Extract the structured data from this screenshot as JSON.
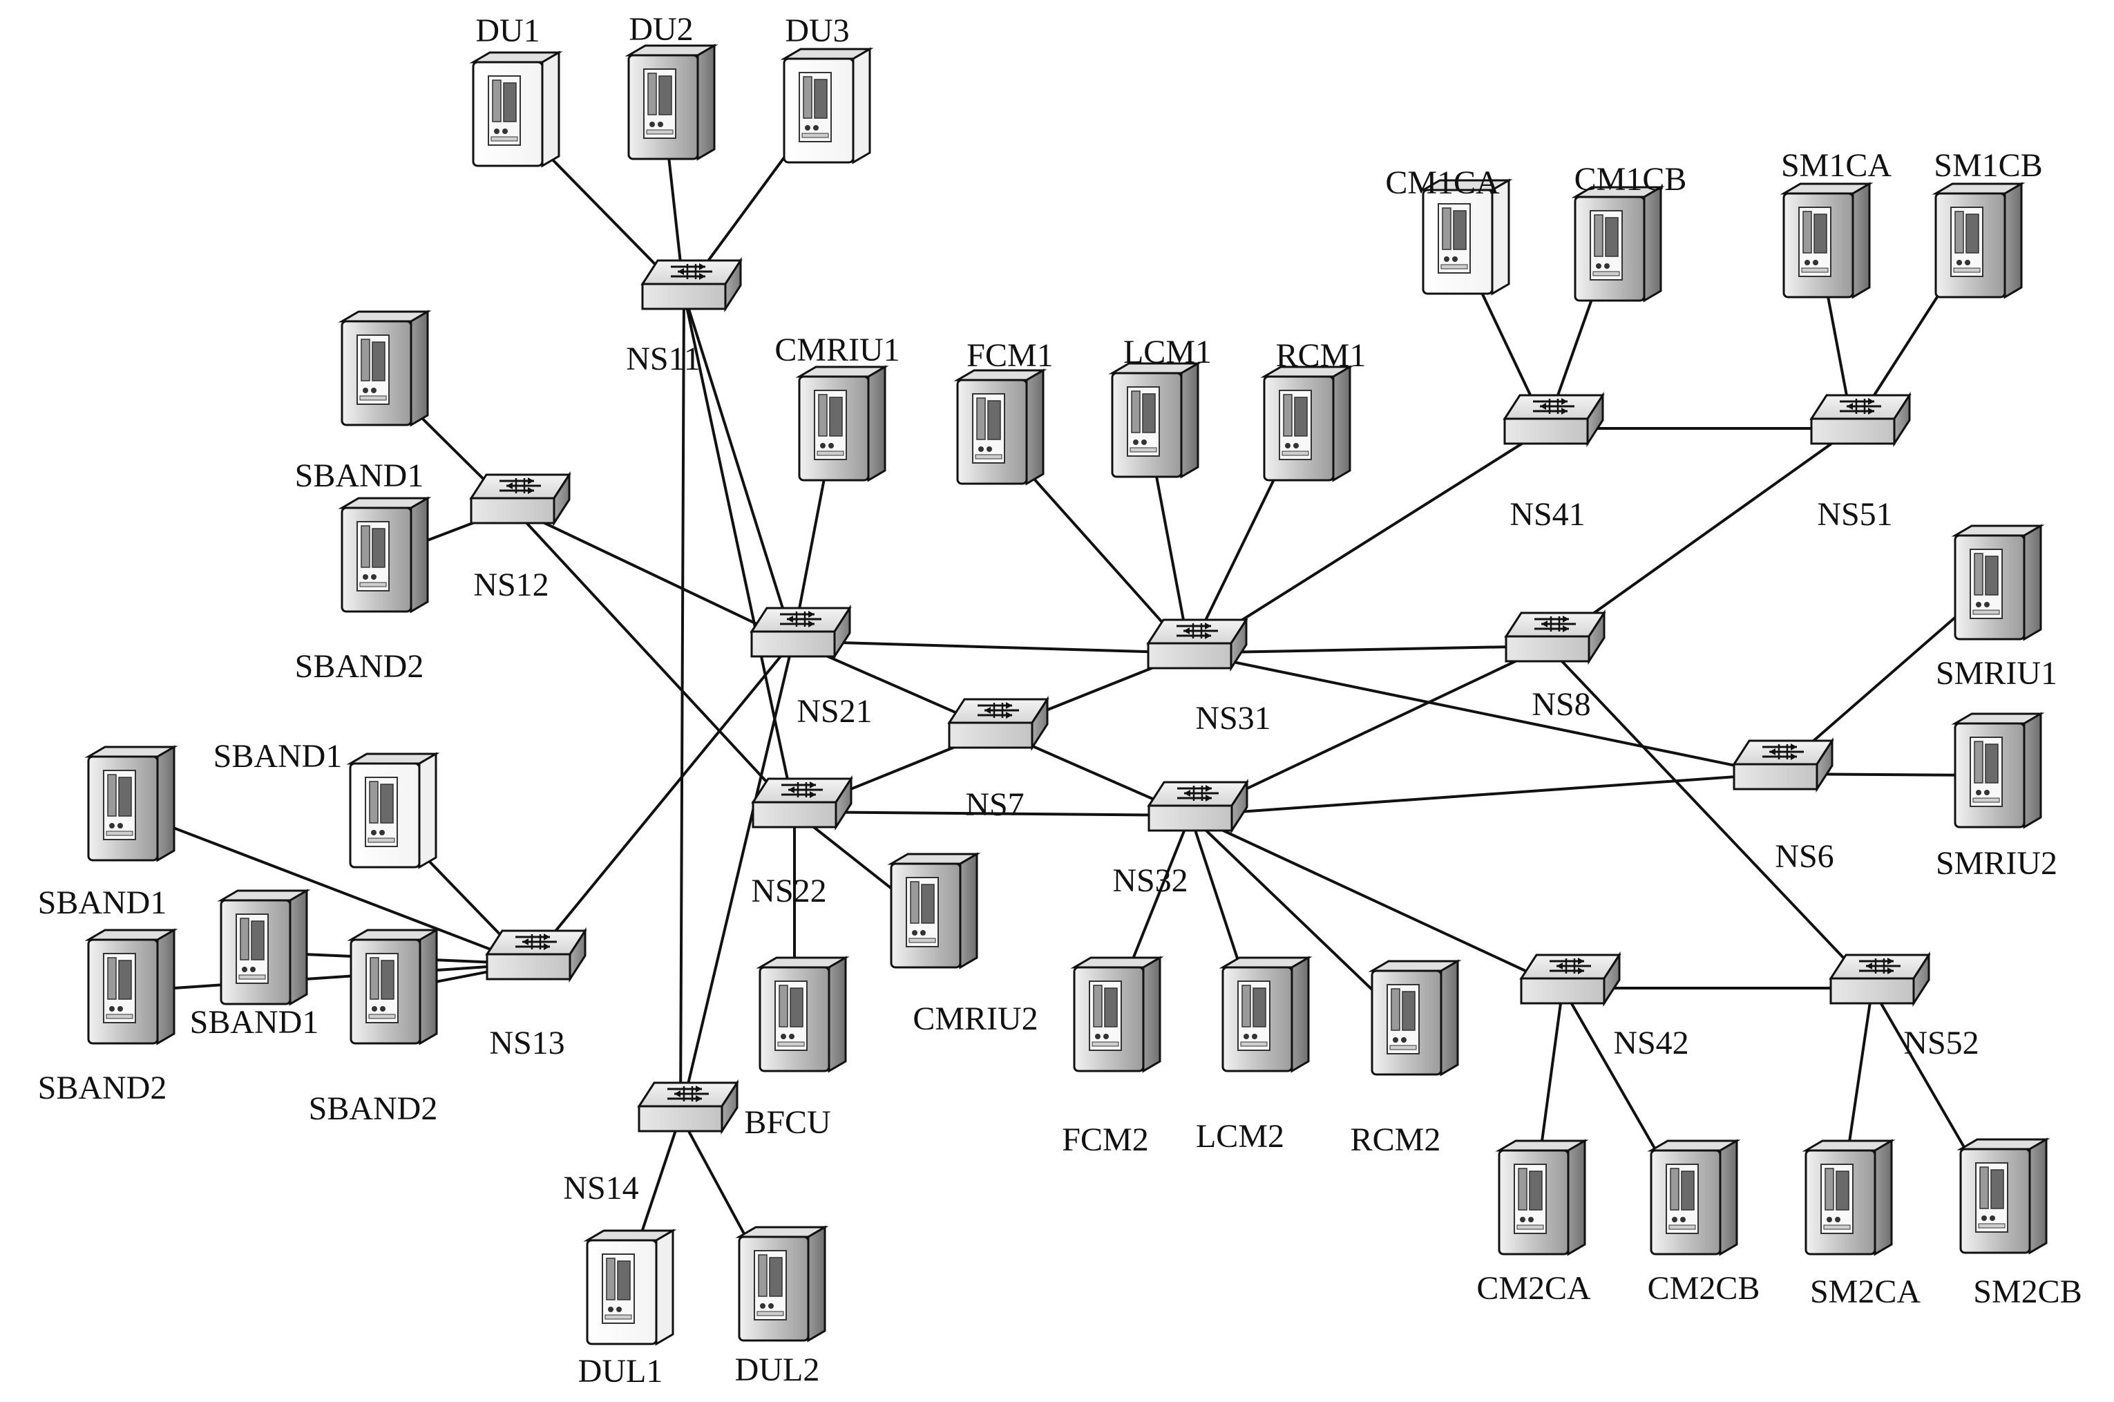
{
  "colors": {
    "line": "#111111",
    "server_light": "#ffffff",
    "server_mid": "#d2d2d2",
    "server_dark": "#8f8f8f",
    "switch_face": "#e4e4e4"
  },
  "nodes": [
    {
      "id": "DU1",
      "kind": "server",
      "label": "DU1",
      "shade": "white"
    },
    {
      "id": "DU2",
      "kind": "server",
      "label": "DU2",
      "shade": "gray"
    },
    {
      "id": "DU3",
      "kind": "server",
      "label": "DU3",
      "shade": "white"
    },
    {
      "id": "NS11",
      "kind": "switch",
      "label": "NS11"
    },
    {
      "id": "CMRIU1",
      "kind": "server",
      "label": "CMRIU1",
      "shade": "gray"
    },
    {
      "id": "FCM1",
      "kind": "server",
      "label": "FCM1",
      "shade": "gray"
    },
    {
      "id": "LCM1",
      "kind": "server",
      "label": "LCM1",
      "shade": "gray"
    },
    {
      "id": "RCM1",
      "kind": "server",
      "label": "RCM1",
      "shade": "gray"
    },
    {
      "id": "CM1CA",
      "kind": "server",
      "label": "CM1CA",
      "shade": "white"
    },
    {
      "id": "CM1CB",
      "kind": "server",
      "label": "CM1CB",
      "shade": "gray"
    },
    {
      "id": "SM1CA",
      "kind": "server",
      "label": "SM1CA",
      "shade": "gray"
    },
    {
      "id": "SM1CB",
      "kind": "server",
      "label": "SM1CB",
      "shade": "gray"
    },
    {
      "id": "SB_T1",
      "kind": "server",
      "label": "SBAND1",
      "shade": "gray"
    },
    {
      "id": "SB_T2",
      "kind": "server",
      "label": "SBAND2",
      "shade": "gray"
    },
    {
      "id": "NS12",
      "kind": "switch",
      "label": "NS12"
    },
    {
      "id": "NS41",
      "kind": "switch",
      "label": "NS41"
    },
    {
      "id": "NS51",
      "kind": "switch",
      "label": "NS51"
    },
    {
      "id": "NS21",
      "kind": "switch",
      "label": "NS21"
    },
    {
      "id": "NS31",
      "kind": "switch",
      "label": "NS31"
    },
    {
      "id": "NS8",
      "kind": "switch",
      "label": "NS8"
    },
    {
      "id": "SMRIU1",
      "kind": "server",
      "label": "SMRIU1",
      "shade": "gray"
    },
    {
      "id": "SMRIU2",
      "kind": "server",
      "label": "SMRIU2",
      "shade": "gray"
    },
    {
      "id": "NS7",
      "kind": "switch",
      "label": "NS7"
    },
    {
      "id": "NS6",
      "kind": "switch",
      "label": "NS6"
    },
    {
      "id": "SB_L1",
      "kind": "server",
      "label": "SBAND1",
      "shade": "gray"
    },
    {
      "id": "SB_M1",
      "kind": "server",
      "label": "SBAND1",
      "shade": "white"
    },
    {
      "id": "SB_C1",
      "kind": "server",
      "label": "SBAND1",
      "shade": "gray"
    },
    {
      "id": "SB_L2",
      "kind": "server",
      "label": "SBAND2",
      "shade": "gray"
    },
    {
      "id": "SB_C2",
      "kind": "server",
      "label": "SBAND2",
      "shade": "gray"
    },
    {
      "id": "NS22",
      "kind": "switch",
      "label": "NS22"
    },
    {
      "id": "NS32",
      "kind": "switch",
      "label": "NS32"
    },
    {
      "id": "NS13",
      "kind": "switch",
      "label": "NS13"
    },
    {
      "id": "CMRIU2",
      "kind": "server",
      "label": "CMRIU2",
      "shade": "gray"
    },
    {
      "id": "BFCU",
      "kind": "server",
      "label": "BFCU",
      "shade": "gray"
    },
    {
      "id": "NS14",
      "kind": "switch",
      "label": "NS14"
    },
    {
      "id": "FCM2",
      "kind": "server",
      "label": "FCM2",
      "shade": "gray"
    },
    {
      "id": "LCM2",
      "kind": "server",
      "label": "LCM2",
      "shade": "gray"
    },
    {
      "id": "RCM2",
      "kind": "server",
      "label": "RCM2",
      "shade": "gray"
    },
    {
      "id": "NS42",
      "kind": "switch",
      "label": "NS42"
    },
    {
      "id": "NS52",
      "kind": "switch",
      "label": "NS52"
    },
    {
      "id": "CM2CA",
      "kind": "server",
      "label": "CM2CA",
      "shade": "gray"
    },
    {
      "id": "CM2CB",
      "kind": "server",
      "label": "CM2CB",
      "shade": "gray"
    },
    {
      "id": "SM2CA",
      "kind": "server",
      "label": "SM2CA",
      "shade": "gray"
    },
    {
      "id": "SM2CB",
      "kind": "server",
      "label": "SM2CB",
      "shade": "gray"
    },
    {
      "id": "DUL1",
      "kind": "server",
      "label": "DUL1",
      "shade": "white"
    },
    {
      "id": "DUL2",
      "kind": "server",
      "label": "DUL2",
      "shade": "gray"
    }
  ],
  "edges": [
    [
      "DU1",
      "NS11"
    ],
    [
      "DU2",
      "NS11"
    ],
    [
      "DU3",
      "NS11"
    ],
    [
      "NS11",
      "NS21"
    ],
    [
      "NS11",
      "NS22"
    ],
    [
      "NS11",
      "NS14"
    ],
    [
      "SB_T1",
      "NS12"
    ],
    [
      "SB_T2",
      "NS12"
    ],
    [
      "NS12",
      "NS21"
    ],
    [
      "NS12",
      "NS22"
    ],
    [
      "CMRIU1",
      "NS21"
    ],
    [
      "NS21",
      "NS31"
    ],
    [
      "NS21",
      "NS32"
    ],
    [
      "NS21",
      "NS13"
    ],
    [
      "NS21",
      "NS14"
    ],
    [
      "FCM1",
      "NS31"
    ],
    [
      "LCM1",
      "NS31"
    ],
    [
      "RCM1",
      "NS31"
    ],
    [
      "NS31",
      "NS41"
    ],
    [
      "NS31",
      "NS8"
    ],
    [
      "NS31",
      "NS6"
    ],
    [
      "NS31",
      "NS7"
    ],
    [
      "NS7",
      "NS22"
    ],
    [
      "NS22",
      "NS32"
    ],
    [
      "NS22",
      "CMRIU2"
    ],
    [
      "NS22",
      "BFCU"
    ],
    [
      "NS32",
      "NS8"
    ],
    [
      "NS32",
      "NS6"
    ],
    [
      "NS32",
      "NS42"
    ],
    [
      "NS32",
      "FCM2"
    ],
    [
      "NS32",
      "LCM2"
    ],
    [
      "NS32",
      "RCM2"
    ],
    [
      "CM1CA",
      "NS41"
    ],
    [
      "CM1CB",
      "NS41"
    ],
    [
      "NS41",
      "NS51"
    ],
    [
      "SM1CA",
      "NS51"
    ],
    [
      "SM1CB",
      "NS51"
    ],
    [
      "NS51",
      "NS8"
    ],
    [
      "NS8",
      "NS52"
    ],
    [
      "SMRIU1",
      "NS6"
    ],
    [
      "SMRIU2",
      "NS6"
    ],
    [
      "NS42",
      "NS52"
    ],
    [
      "NS42",
      "CM2CA"
    ],
    [
      "NS42",
      "CM2CB"
    ],
    [
      "NS52",
      "SM2CA"
    ],
    [
      "NS52",
      "SM2CB"
    ],
    [
      "SB_L1",
      "NS13"
    ],
    [
      "SB_M1",
      "NS13"
    ],
    [
      "SB_C1",
      "NS13"
    ],
    [
      "SB_L2",
      "NS13"
    ],
    [
      "SB_C2",
      "NS13"
    ],
    [
      "NS14",
      "DUL1"
    ],
    [
      "NS14",
      "DUL2"
    ]
  ]
}
